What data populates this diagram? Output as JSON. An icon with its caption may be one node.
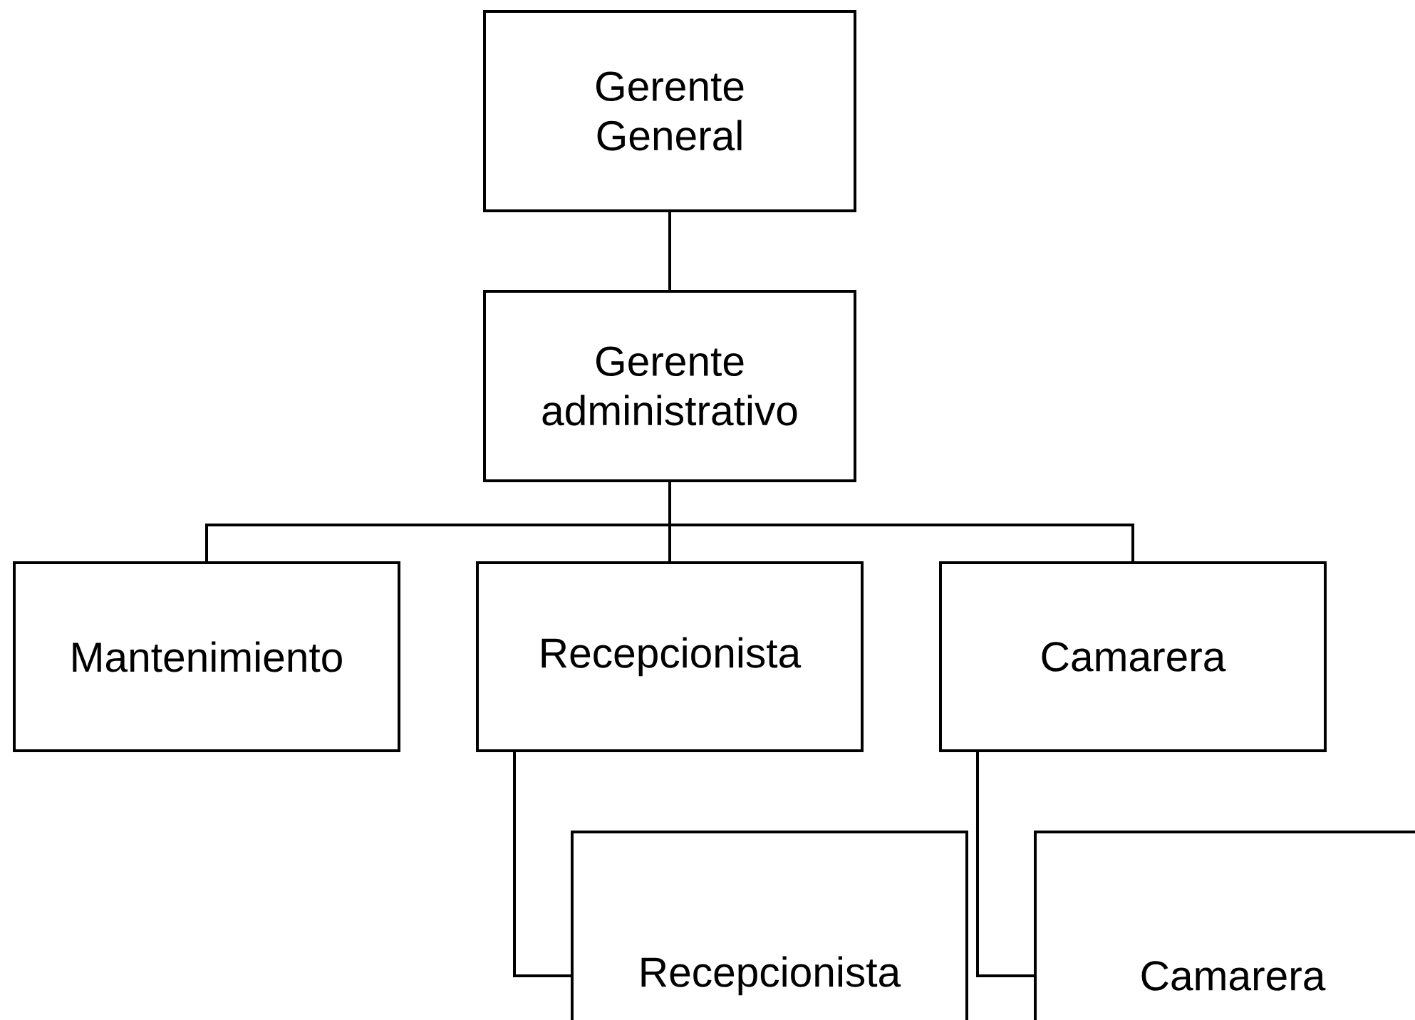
{
  "diagram": {
    "nodes": [
      {
        "text": [
          "Gerente General"
        ]
      },
      {
        "text": [
          "Gerente administrativo"
        ]
      },
      {
        "text": [
          "Mantenimiento"
        ]
      },
      {
        "text": [
          "Recepcionista"
        ]
      },
      {
        "text": [
          "Camarera"
        ]
      },
      {
        "text": [
          "Recepcionista"
        ]
      },
      {
        "text": [
          "Camarera"
        ]
      }
    ],
    "edges": [
      {
        "from": 0,
        "to": 1,
        "arrow": "none"
      },
      {
        "from": 1,
        "to": 2,
        "arrow": "none"
      },
      {
        "from": 1,
        "to": 3,
        "arrow": "none"
      },
      {
        "from": 1,
        "to": 4,
        "arrow": "none"
      },
      {
        "from": 3,
        "to": 5,
        "arrow": "none"
      },
      {
        "from": 4,
        "to": 6,
        "arrow": "none"
      }
    ]
  }
}
